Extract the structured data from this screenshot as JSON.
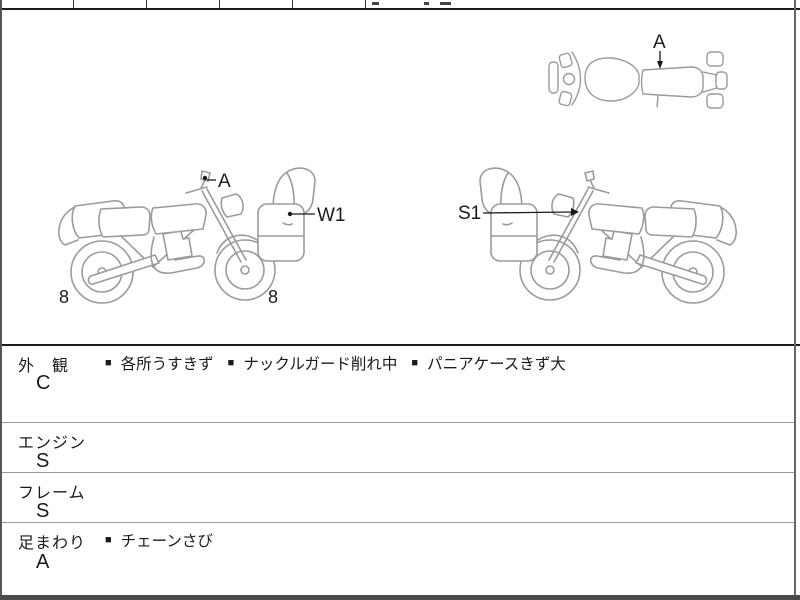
{
  "annotations": {
    "top_view": {
      "point_a": "A"
    },
    "side_left": {
      "point_a": "A",
      "point_w1": "W1",
      "count_rear": "8",
      "count_front": "8"
    },
    "side_right": {
      "point_s1": "S1"
    }
  },
  "inspection": {
    "bullet": "■",
    "rows": [
      {
        "category": "外　観",
        "grade": "C",
        "notes": [
          "各所うすきず",
          "ナックルガード削れ中",
          "パニアケースきず大"
        ]
      },
      {
        "category": "エンジン",
        "grade": "S",
        "notes": []
      },
      {
        "category": "フレーム",
        "grade": "S",
        "notes": []
      },
      {
        "category": "足まわり",
        "grade": "A",
        "notes": [
          "チェーンさび"
        ]
      }
    ]
  },
  "colors": {
    "sketch_line": "#9b9b9b",
    "ink": "#1a1a1a",
    "row_line": "#999999",
    "side_border": "#555555",
    "bottom_bar": "#4b4b4b"
  }
}
